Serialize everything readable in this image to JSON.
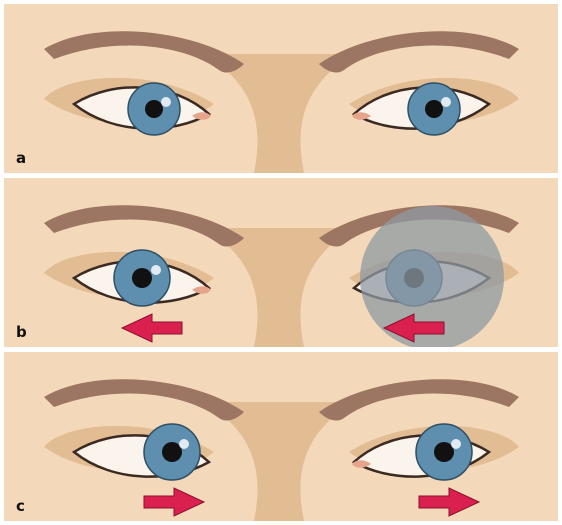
{
  "colors": {
    "background": "#f3d9b9",
    "skin_shade": "#e2bc93",
    "brow": "#9c7662",
    "iris": "#5f8fae",
    "pupil": "#111111",
    "caruncle": "#e6a48c",
    "arrow": "#d9204f",
    "occluder": "#8f9aa3"
  },
  "panels": [
    {
      "label": "a",
      "right_eye_gaze": "center",
      "left_eye_gaze": "center",
      "occluded": false,
      "arrows": "none"
    },
    {
      "label": "b",
      "right_eye_gaze": "right",
      "left_eye_gaze": "right",
      "occluded": true,
      "arrows": "left"
    },
    {
      "label": "c",
      "right_eye_gaze": "left",
      "left_eye_gaze": "left",
      "occluded": false,
      "arrows": "right"
    }
  ]
}
